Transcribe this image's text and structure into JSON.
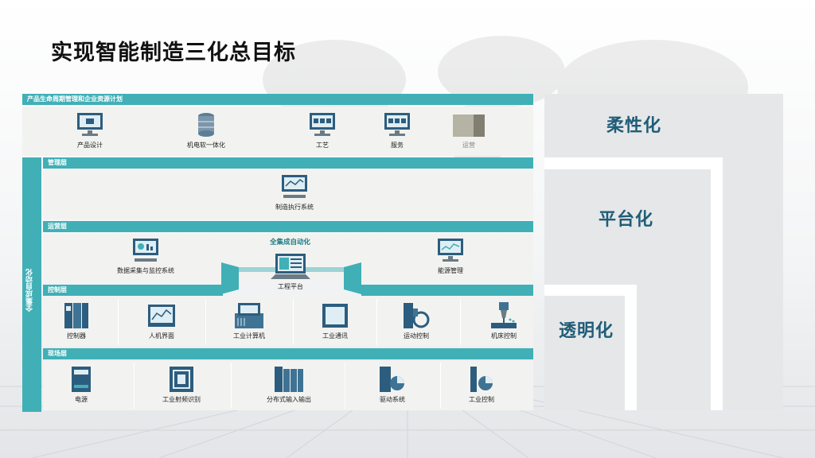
{
  "title": "实现智能制造三化总目标",
  "diagram": {
    "top_bar": "产品生命周期管理和企业资源计划",
    "top_items": [
      {
        "label": "产品设计",
        "icon": "monitor-icon"
      },
      {
        "label": "机电软一体化",
        "icon": "database-icon"
      },
      {
        "label": "工艺",
        "icon": "monitor-icon"
      },
      {
        "label": "服务",
        "icon": "monitor-icon"
      },
      {
        "label": "运营",
        "icon": "operations-block-icon"
      }
    ],
    "vertical_label": "全集成自动化",
    "layer_management": "管理层",
    "mes_label": "制造执行系统",
    "layer_operations": "运营层",
    "tia_label": "全集成自动化",
    "scada_label": "数据采集与监控系统",
    "energy_label": "能源管理",
    "engineering_label": "工程平台",
    "layer_control": "控制层",
    "control_items": [
      "控制器",
      "人机界面",
      "工业计算机",
      "工业通讯",
      "运动控制",
      "机床控制"
    ],
    "layer_field": "现场层",
    "field_items": [
      "电源",
      "工业射频识别",
      "分布式输入输出",
      "驱动系统",
      "工业控制"
    ]
  },
  "goals": [
    "柔性化",
    "平台化",
    "透明化"
  ],
  "colors": {
    "accent": "#40b0b6",
    "goal_text": "#1f5d78",
    "panel": "#f2f3f0"
  }
}
